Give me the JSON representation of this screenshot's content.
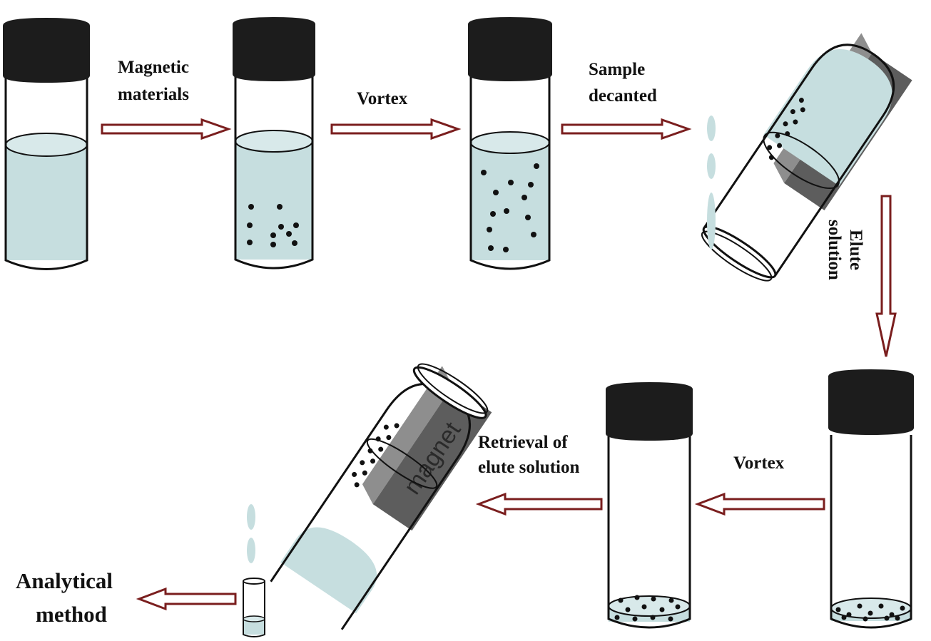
{
  "steps": {
    "magnetic_materials": [
      "Magnetic",
      "materials"
    ],
    "vortex_1": "Vortex",
    "sample_decanted": [
      "Sample",
      "decanted"
    ],
    "elute_solution": [
      "Elute",
      "solution"
    ],
    "vortex_2": "Vortex",
    "retrieval": [
      "Retrieval of",
      "elute solution"
    ],
    "analytical_method": [
      "Analytical",
      "method"
    ]
  },
  "magnet_label": "magnet",
  "colors": {
    "liquid": "#c6dedf",
    "cap": "#1c1c1c",
    "arrow_outline": "#7a1e1e",
    "magnet_dark": "#5d5d5d",
    "magnet_light": "#8e8e8e",
    "particle": "#111111"
  }
}
